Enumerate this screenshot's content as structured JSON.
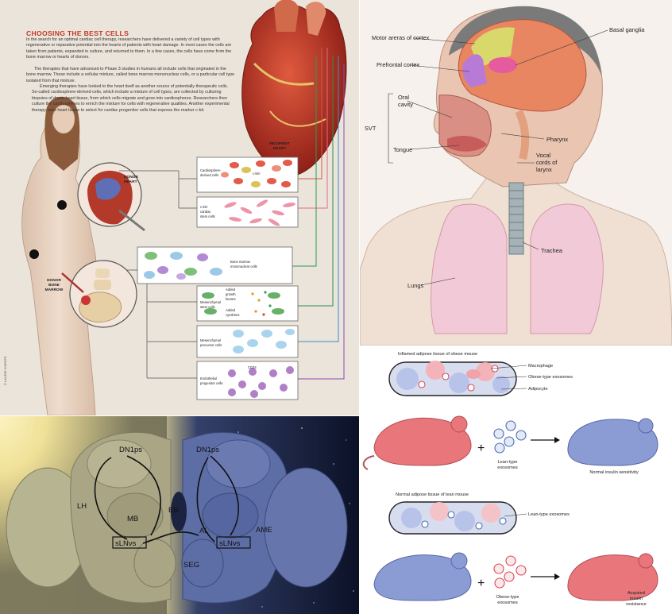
{
  "cells": {
    "heading": "CHOOSING THE BEST CELLS",
    "p1": "In the search for an optimal cardiac cell therapy, researchers have delivered a variety of cell types with regenerative or reparative potential into the hearts of patients with heart damage. In most cases the cells are taken from patients, expanded in culture, and returned to them. In a few cases, the cells have come from the bone marrow or hearts of donors.",
    "p2": "The therapies that have advanced to Phase 3 studies in humans all include cells that originated in the bone marrow. These include a cellular mixture, called bone marrow mononuclear cells, or a particular cell type isolated from that mixture.",
    "p3": "Emerging therapies have looked to the heart itself as another source of potentially therapeutic cells. So-called cardiosphere-derived cells, which include a mixture of cell types, are collected by culturing biopsies of donor heart tissue, from which cells migrate and grow into cardiospheres. Researchers then culture the cardiospheres to enrich the mixture for cells with regenerative qualities. Another experimental therapy uses heart tissue to select for cardiac progenitor cells that express the marker c-kit.",
    "recipient_heart": [
      "RECIPIENT",
      "HEART"
    ],
    "donor_heart": [
      "DONOR",
      "HEART"
    ],
    "donor_marrow": [
      "DONOR",
      "BONE",
      "MARROW"
    ],
    "credit": "© LAURIE O'KEEFE",
    "boxes": {
      "cds": [
        "Cardiosphere-",
        "derived cells"
      ],
      "ckit_marker": "c-kit+",
      "ckit": [
        "c-kit+",
        "cardiac",
        "stem cells"
      ],
      "bmmc": [
        "Bone marrow",
        "mononuclear cells"
      ],
      "msc": [
        "Mesenchymal",
        "stem cells"
      ],
      "added_growth": [
        "Added",
        "growth",
        "factors"
      ],
      "added_cyto": [
        "Added",
        "cytokines"
      ],
      "mpc": [
        "Mesenchymal",
        "precursor cells"
      ],
      "epc": [
        "Endothelial",
        "progenitor cells"
      ],
      "cd34": "CD34"
    }
  },
  "airway": {
    "motor": "Motor areras of cortex",
    "basal": "Basal ganglia",
    "prefrontal": "Prefrontal cortex",
    "oral": [
      "Oral",
      "cavity"
    ],
    "svt": "SVT",
    "pharynx": "Pharynx",
    "tongue": "Tongue",
    "vocal": [
      "Vocal",
      "cords of",
      "larynx"
    ],
    "trachea": "Trachea",
    "lungs": "Lungs"
  },
  "brain": {
    "dn1ps_left": "DN1ps",
    "dn1ps_right": "DN1ps",
    "lh": "LH",
    "mb": "MB",
    "eb": "EB",
    "al": "AL",
    "ame": "AME",
    "seg": "SEG",
    "slnvs_left": "sLNvs",
    "slnvs_right": "sLNvs"
  },
  "mice": {
    "obese_title": "Inflamed adipose tissue of obese mouse",
    "macrophage": "Macrophage",
    "obese_exo": "Obese-type exosomes",
    "adipocyte": "Adipocyte",
    "lean_exo_label": [
      "Lean-type",
      "exosomes"
    ],
    "normal_sens": "Normal insulin sensitivity",
    "lean_title": "Normal adipose tissue of lean mouse",
    "lean_exo": "Lean-type exosomes",
    "obese_exo_label": [
      "Obese-type",
      "exosomes"
    ],
    "acquired": [
      "Acquired",
      "insulin",
      "resistance"
    ],
    "plus": "+"
  },
  "colors": {
    "heart_red": "#c0392b",
    "mouse_red": "#e8767a",
    "mouse_blue": "#8b9bd4",
    "brain_olive": "#a9a585",
    "brain_blue": "#5d6ea6",
    "lung_pink": "#f2c9d6"
  }
}
